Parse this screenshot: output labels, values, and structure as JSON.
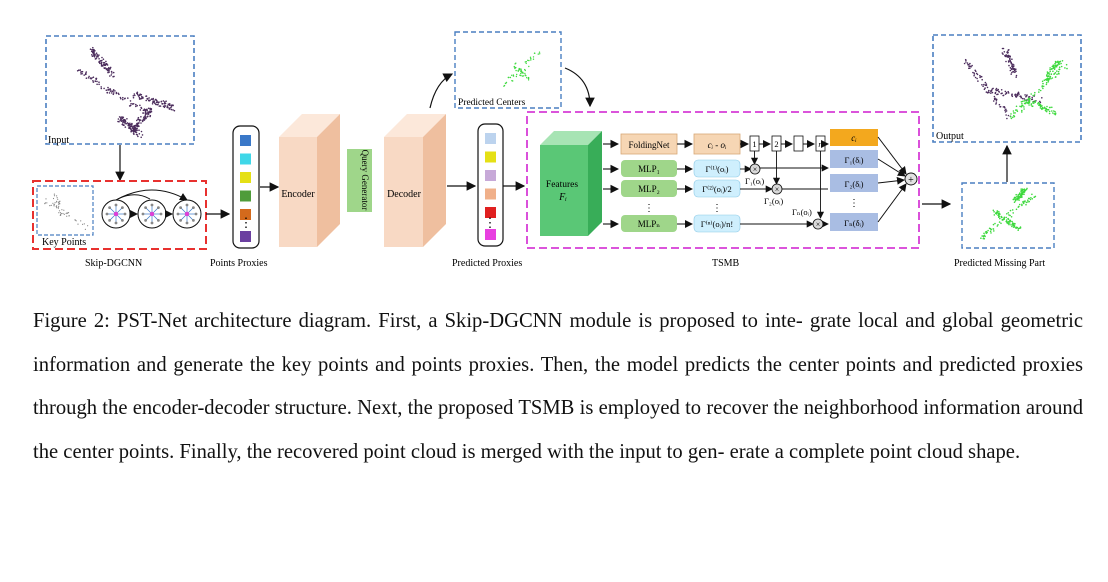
{
  "diagram": {
    "labels": {
      "input": "Input",
      "key_points": "Key Points",
      "skip_dgcnn": "Skip-DGCNN",
      "points_proxies": "Points Proxies",
      "encoder": "Encoder",
      "query_generator": "Query Generator",
      "decoder": "Decoder",
      "predicted_centers": "Predicted Centers",
      "predicted_proxies": "Predicted Proxies",
      "tsmb": "TSMB",
      "features": "Features",
      "features_symbol": "Fᵢ",
      "foldingnet": "FoldingNet",
      "ci_minus_oi": "cᵢ - oᵢ",
      "mlp1": "MLP₁",
      "mlp2": "MLP₂",
      "mlpn": "MLPₙ",
      "gamma1_expr": "Γ⁽¹⁾(oᵢ)",
      "gamma2_expr": "Γ⁽²⁾(oᵢ)/2",
      "gamman_expr": "Γ⁽ⁿ⁾(oᵢ)/n!",
      "gamma1_oi": "Γ₁(oᵢ)",
      "gamma2_oi": "Γ₂(oᵢ)",
      "gamman_oi": "Γₙ(oᵢ)",
      "ci": "cᵢ",
      "gamma1_di": "Γ₁(δᵢ)",
      "gamma2_di": "Γ₂(δᵢ)",
      "gamman_di": "Γₙ(δᵢ)",
      "num1": "1",
      "num2": "2",
      "numn": "n",
      "vdots": "⋮",
      "plus": "+",
      "times": "×",
      "output": "Output",
      "predicted_missing_part": "Predicted Missing Part"
    },
    "colors": {
      "input_frame": "#4a7fc1",
      "skip_frame": "#e8312f",
      "tsmb_frame": "#d63dd6",
      "encoder": "#f8d9c4",
      "query_generator": "#9fd68a",
      "decoder": "#f8d9c4",
      "features_green": "#5ac776",
      "foldingnet": "#f6d6b4",
      "mlp": "#9fd68a",
      "gamma_expr": "#cfeffd",
      "ci_orange": "#f3a81e",
      "gamma_blue": "#a9bde3",
      "input_points": "#4b2c5c",
      "missing_points": "#3ed93e"
    },
    "proxy_colors": [
      "#3a78c8",
      "#3fd7e8",
      "#e5e015",
      "#4f9c3a",
      "#d46a1c",
      "#6b3fa0"
    ],
    "predicted_proxy_colors": [
      "#bcd3ee",
      "#e5e015",
      "#c7a9d8",
      "#f0b08a",
      "#e02020",
      "#e83fe0"
    ]
  },
  "caption": {
    "lines": [
      "Figure 2: PST-Net architecture diagram. First, a Skip-DGCNN module is proposed to inte-",
      "grate local and global geometric information and generate the key points and points proxies.",
      "Then, the model predicts the center points and predicted proxies through the encoder-decoder",
      "structure. Next, the proposed TSMB is employed to recover the neighborhood information",
      "around the center points. Finally, the recovered point cloud is merged with the input to gen-",
      "erate a complete point cloud shape."
    ]
  }
}
